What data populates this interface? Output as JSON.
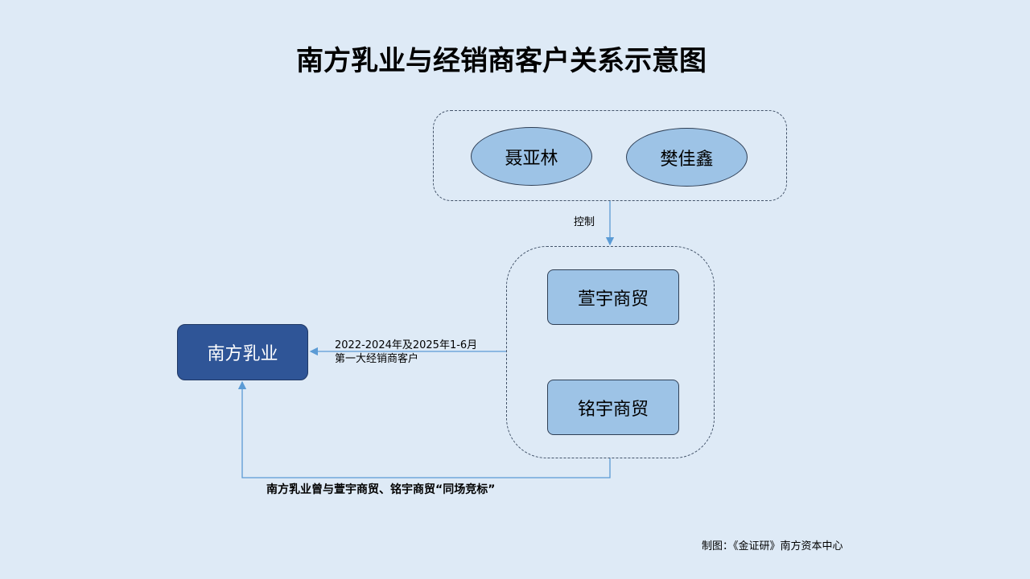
{
  "title": "南方乳业与经销商客户关系示意图",
  "controllers": [
    "聂亚林",
    "樊佳鑫"
  ],
  "control_label": "控制",
  "companies": [
    "萱宇商贸",
    "铭宇商贸"
  ],
  "main_company": "南方乳业",
  "relation_label_line1": "2022-2024年及2025年1-6月",
  "relation_label_line2": "第一大经销商客户",
  "bidding_label": "南方乳业曾与萱宇商贸、铭宇商贸“同场竞标”",
  "credit": "制图：《金证研》南方资本中心",
  "colors": {
    "background": "#deeaf6",
    "node": "#9dc3e6",
    "main": "#2f5597",
    "line": "#5b9bd5"
  }
}
